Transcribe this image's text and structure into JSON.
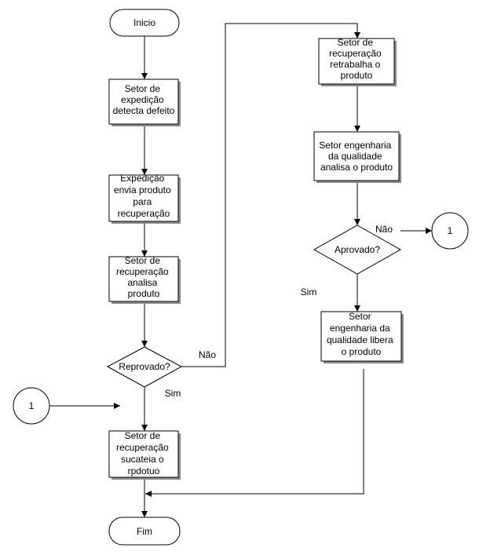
{
  "diagram": {
    "nodes": {
      "start": "Inicio",
      "n1": [
        "Setor de",
        "expedição",
        "detecta defeito"
      ],
      "n2": [
        "Expedição",
        "envia produto",
        "para",
        "recuperação"
      ],
      "n3": [
        "Setor de",
        "recuperação",
        "analisa",
        "produto"
      ],
      "d1": "Reprovado?",
      "n4": [
        "Setor de",
        "recuperação",
        "sucateia o",
        "rpdotuo"
      ],
      "end": "Fim",
      "r1": [
        "Setor de",
        "recuperação",
        "retrabalha o",
        "produto"
      ],
      "r2": [
        "Setor engenharia",
        "da qualidade",
        "analisa o produto"
      ],
      "d2": "Aprovado?",
      "r3": [
        "Setor",
        "engenharia da",
        "qualidade libera",
        "o produto"
      ],
      "conn_out": "1",
      "conn_in": "1"
    },
    "edge_labels": {
      "d1_no": "Não",
      "d1_yes": "Sim",
      "d2_no": "Não",
      "d2_yes": "Sim"
    }
  }
}
